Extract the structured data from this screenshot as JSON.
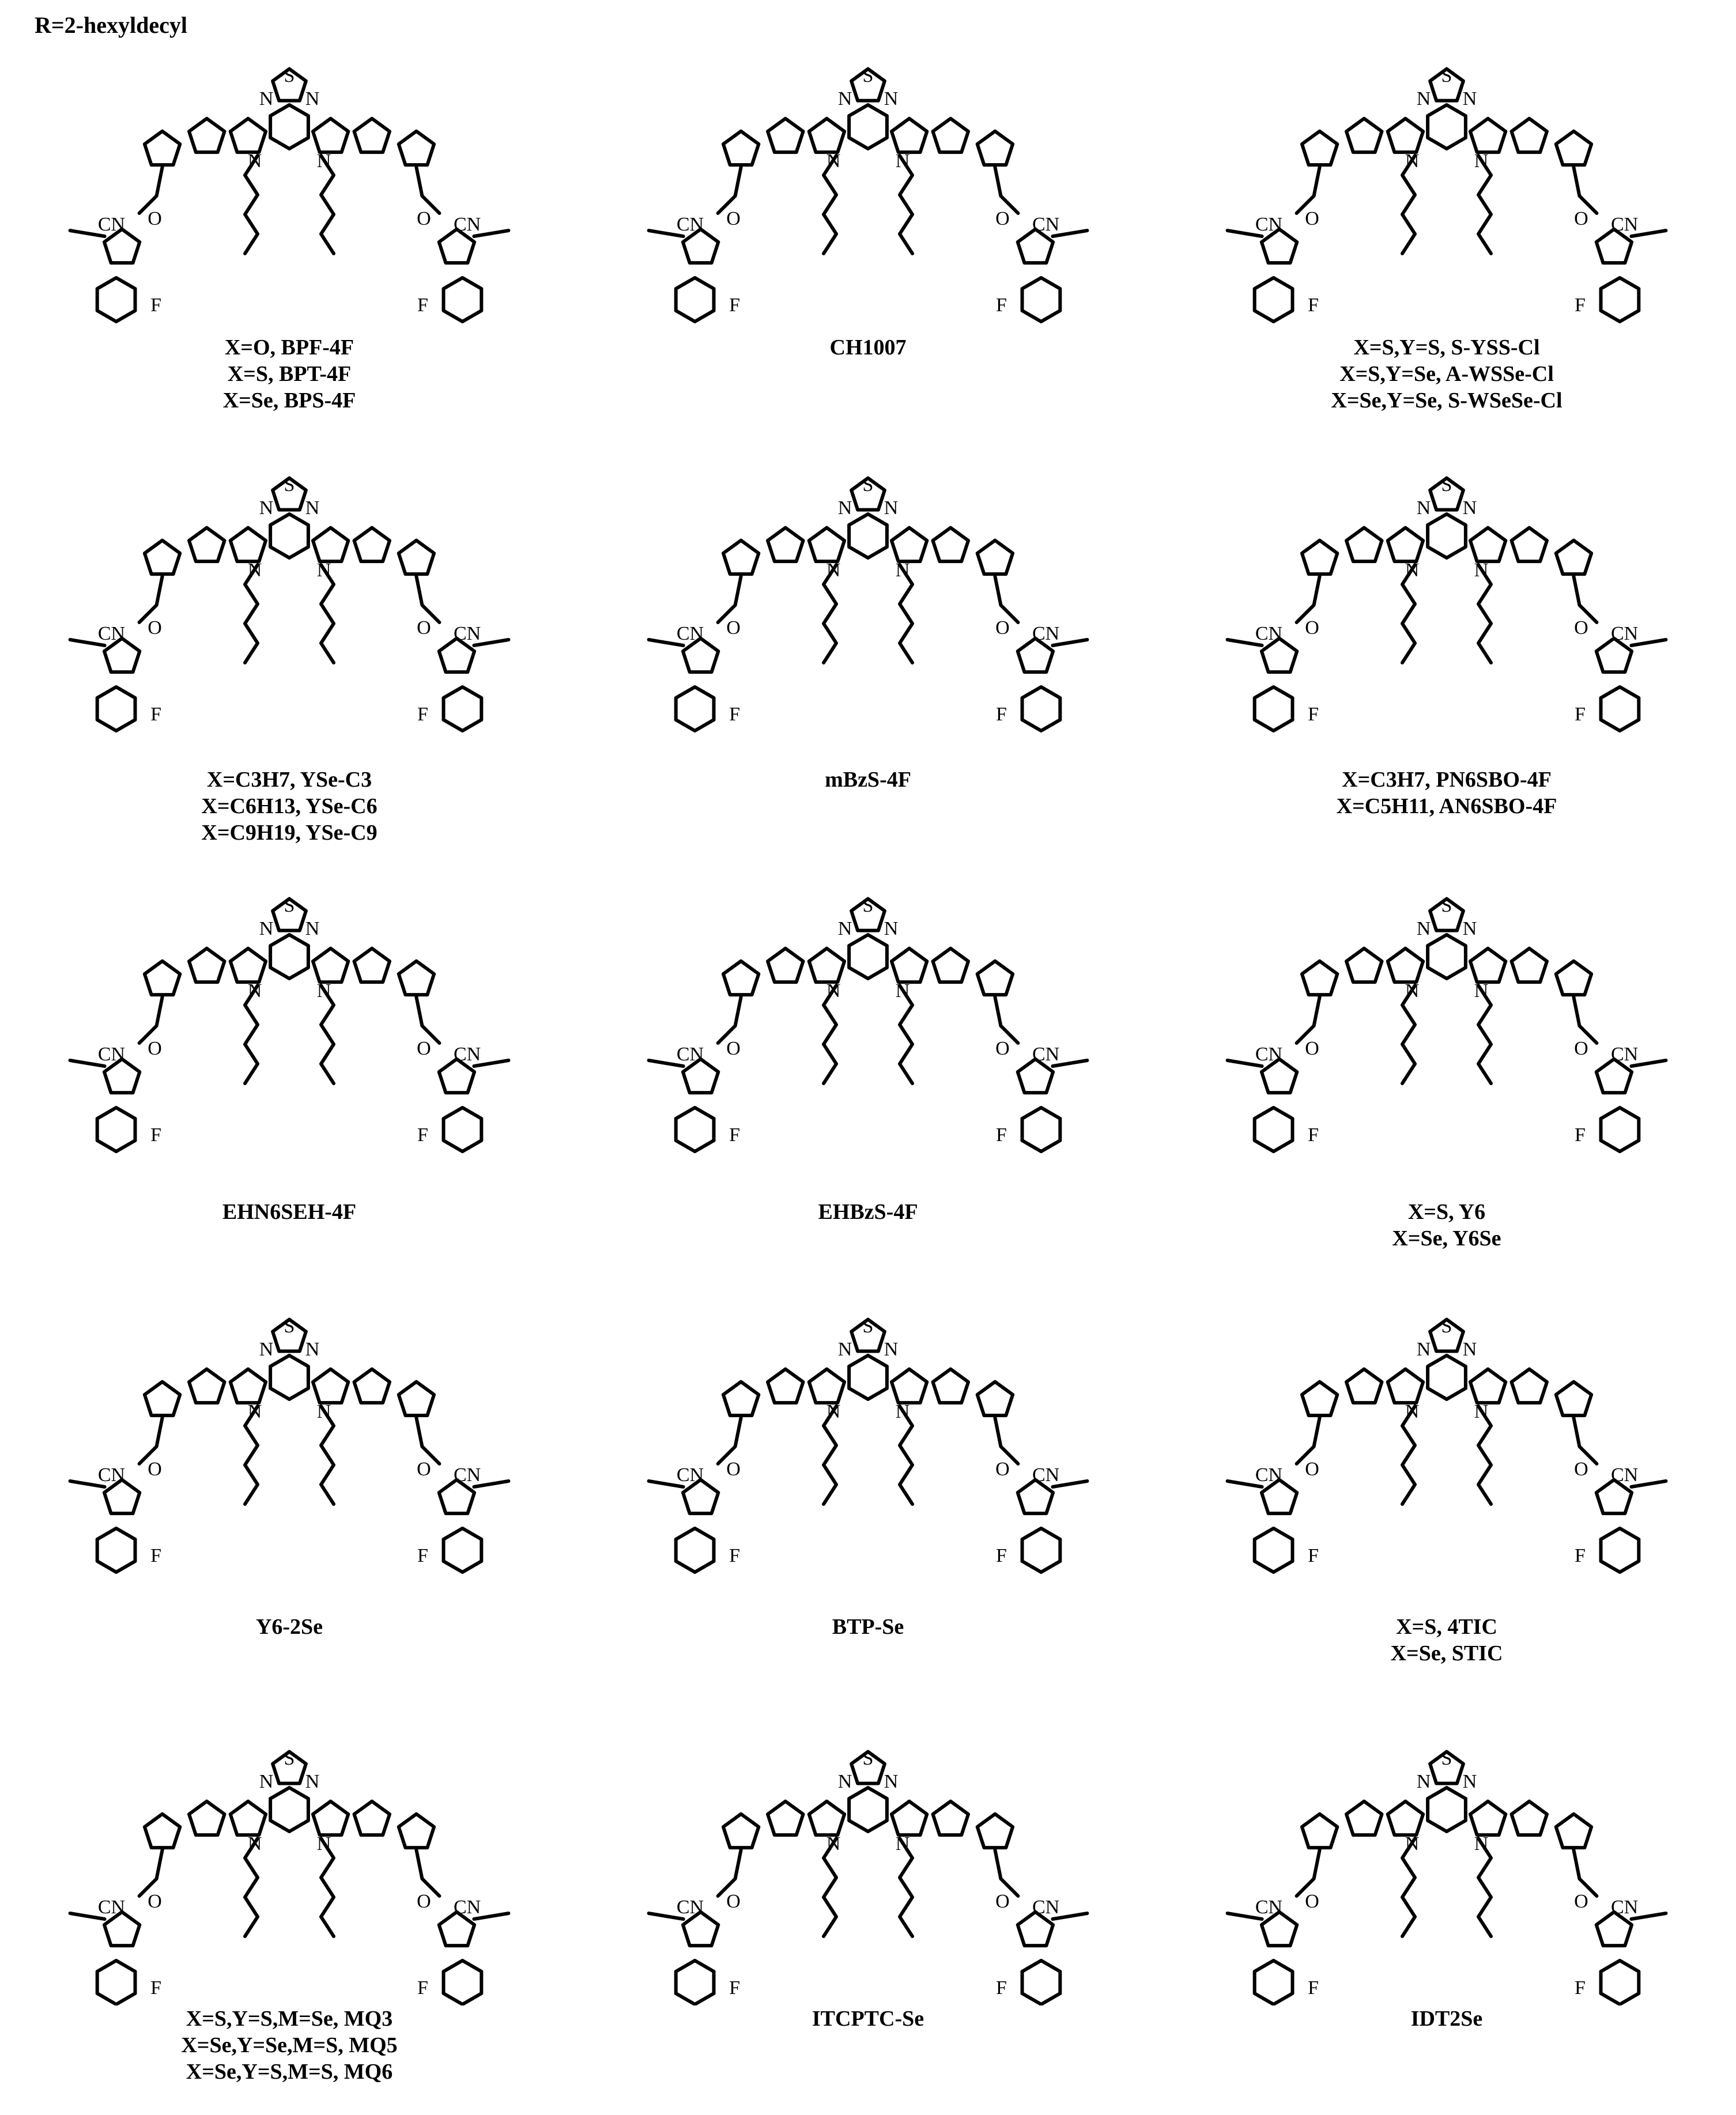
{
  "header_note": "R=2-hexyldecyl",
  "molecules": [
    {
      "lines": [
        "X=O, BPF-4F",
        "X=S, BPT-4F",
        "X=Se, BPS-4F"
      ]
    },
    {
      "lines": [
        "CH1007"
      ]
    },
    {
      "lines": [
        "X=S,Y=S, S-YSS-Cl",
        "X=S,Y=Se, A-WSSe-Cl",
        "X=Se,Y=Se, S-WSeSe-Cl"
      ]
    },
    {
      "lines": [
        "X=C3H7, YSe-C3",
        "X=C6H13, YSe-C6",
        "X=C9H19, YSe-C9"
      ]
    },
    {
      "lines": [
        "mBzS-4F"
      ]
    },
    {
      "lines": [
        "X=C3H7, PN6SBO-4F",
        "X=C5H11, AN6SBO-4F"
      ]
    },
    {
      "lines": [
        "EHN6SEH-4F"
      ]
    },
    {
      "lines": [
        "EHBzS-4F"
      ]
    },
    {
      "lines": [
        "X=S, Y6",
        "X=Se, Y6Se"
      ]
    },
    {
      "lines": [
        "Y6-2Se"
      ]
    },
    {
      "lines": [
        "BTP-Se"
      ]
    },
    {
      "lines": [
        "X=S, 4TIC",
        "X=Se, STIC"
      ]
    },
    {
      "lines": [
        "X=S,Y=S,M=Se, MQ3",
        "X=Se,Y=Se,M=S, MQ5",
        "X=Se,Y=S,M=S, MQ6"
      ]
    },
    {
      "lines": [
        "ITCPTC-Se"
      ]
    },
    {
      "lines": [
        "IDT2Se"
      ]
    }
  ]
}
